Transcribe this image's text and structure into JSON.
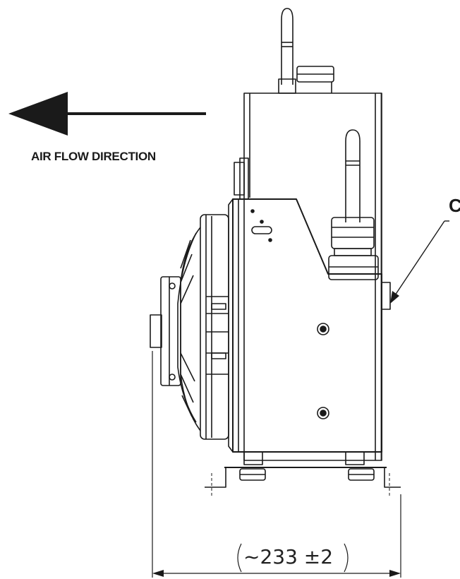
{
  "labels": {
    "air_flow": "AIR FLOW DIRECTION",
    "callout": "C",
    "dimension": "~233 ±2"
  },
  "colors": {
    "line": "#1a1a1a",
    "background": "#ffffff"
  }
}
